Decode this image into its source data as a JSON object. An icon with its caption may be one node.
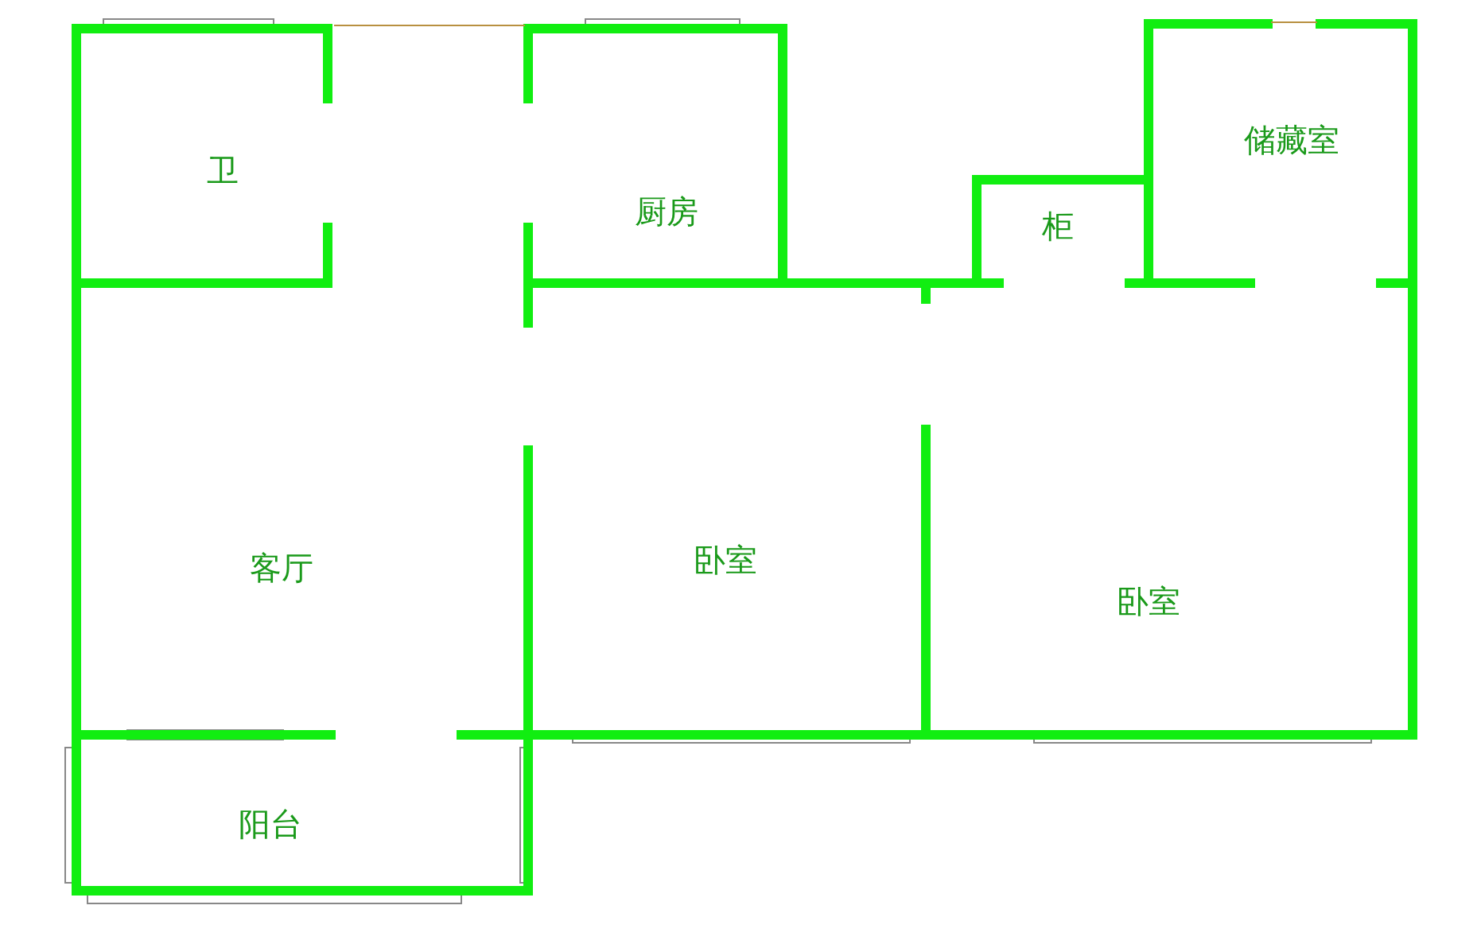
{
  "diagram": {
    "nodes": [
      {
        "text": [
          "卫"
        ]
      },
      {
        "text": [
          "厨房"
        ]
      },
      {
        "text": [
          "柜"
        ]
      },
      {
        "text": [
          "储藏室"
        ]
      },
      {
        "text": [
          "客厅"
        ]
      },
      {
        "text": [
          "卧室"
        ]
      },
      {
        "text": [
          "卧室"
        ]
      },
      {
        "text": [
          "阳台"
        ]
      }
    ]
  }
}
